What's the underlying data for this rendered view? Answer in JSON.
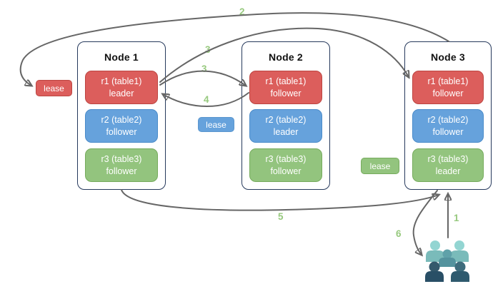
{
  "nodes": [
    {
      "title": "Node 1",
      "replicas": [
        {
          "label": "r1 (table1)",
          "role": "leader"
        },
        {
          "label": "r2 (table2)",
          "role": "follower"
        },
        {
          "label": "r3 (table3)",
          "role": "follower"
        }
      ]
    },
    {
      "title": "Node 2",
      "replicas": [
        {
          "label": "r1 (table1)",
          "role": "follower"
        },
        {
          "label": "r2 (table2)",
          "role": "leader"
        },
        {
          "label": "r3 (table3)",
          "role": "follower"
        }
      ]
    },
    {
      "title": "Node 3",
      "replicas": [
        {
          "label": "r1 (table1)",
          "role": "follower"
        },
        {
          "label": "r2 (table2)",
          "role": "follower"
        },
        {
          "label": "r3 (table3)",
          "role": "leader"
        }
      ]
    }
  ],
  "leases": [
    {
      "label": "lease",
      "color": "#DC5E5C"
    },
    {
      "label": "lease",
      "color": "#66A2DC"
    },
    {
      "label": "lease",
      "color": "#93C47E"
    }
  ],
  "steps": [
    "1",
    "2",
    "3",
    "3",
    "4",
    "5",
    "6"
  ],
  "colors": {
    "replica_red": "#DC5E5C",
    "replica_red_border": "#BC4541",
    "replica_blue": "#66A2DC",
    "replica_blue_border": "#4A8BC9",
    "replica_green": "#93C47E",
    "replica_green_border": "#76AB5D",
    "node_border": "#26395C",
    "arrow": "#666666",
    "step_label": "#97C97E",
    "users_back": "#8FD1CE",
    "users_middle": "#5A9CA5",
    "users_front": "#2B5268"
  },
  "icons": {
    "users": "users-group-icon"
  }
}
